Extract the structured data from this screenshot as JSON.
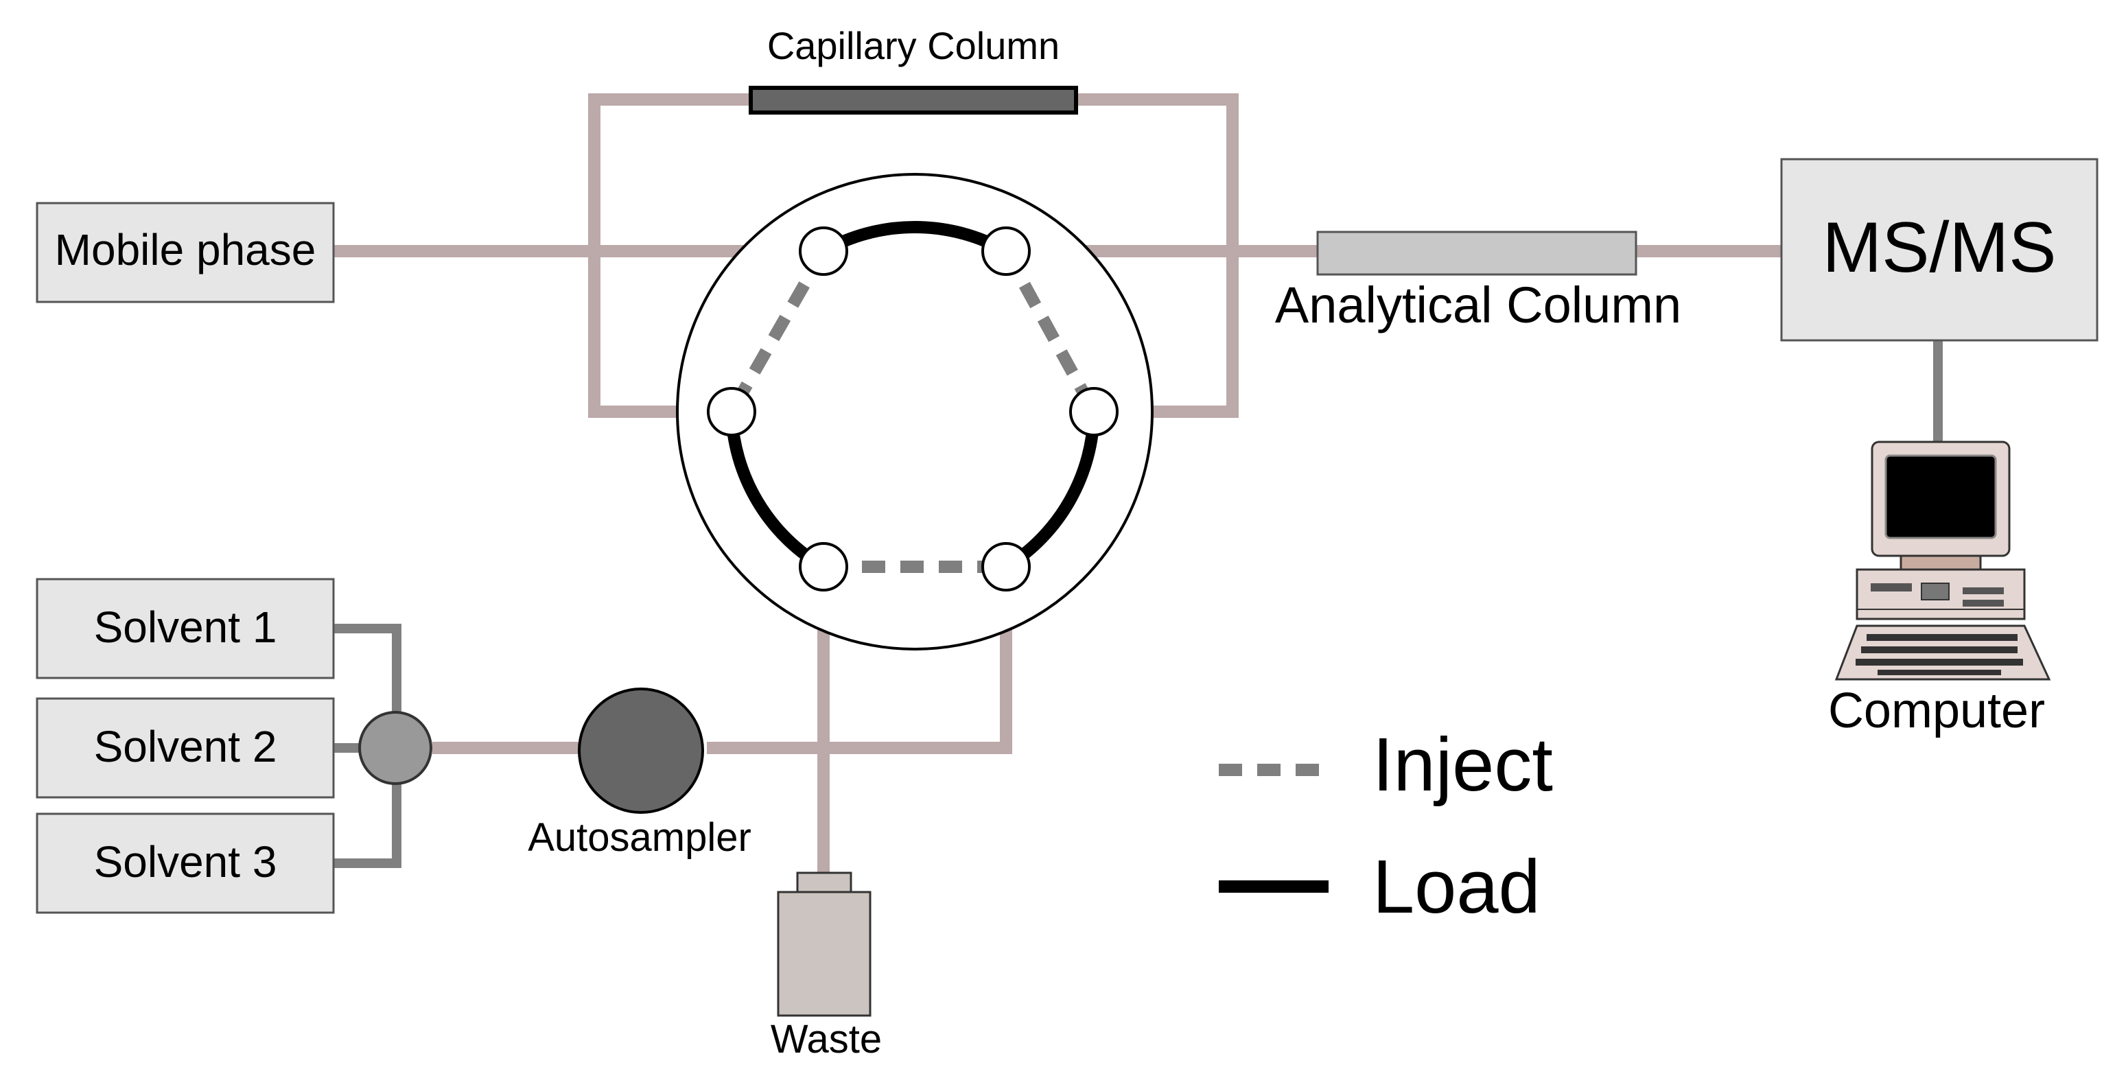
{
  "labels": {
    "capillary_column": "Capillary Column",
    "mobile_phase": "Mobile phase",
    "analytical_column": "Analytical Column",
    "ms_ms": "MS/MS",
    "computer": "Computer",
    "solvent_1": "Solvent 1",
    "solvent_2": "Solvent 2",
    "solvent_3": "Solvent 3",
    "autosampler": "Autosampler",
    "waste": "Waste"
  },
  "legend": {
    "inject": "Inject",
    "load": "Load"
  },
  "colors": {
    "tubing": "#bca9a9",
    "solvent_line": "#808080",
    "load_path": "#000000",
    "inject_path": "#7f7f7f",
    "box_fill": "#e6e6e6",
    "capillary_fill": "#666666",
    "analytical_fill": "#c8c8c8",
    "autosampler_fill": "#666666",
    "mixer_fill": "#999999",
    "waste_fill": "#ccc4c0"
  },
  "icons": {
    "valve": "six-port-valve",
    "computer": "desktop-computer-icon",
    "waste": "waste-bottle-icon"
  }
}
